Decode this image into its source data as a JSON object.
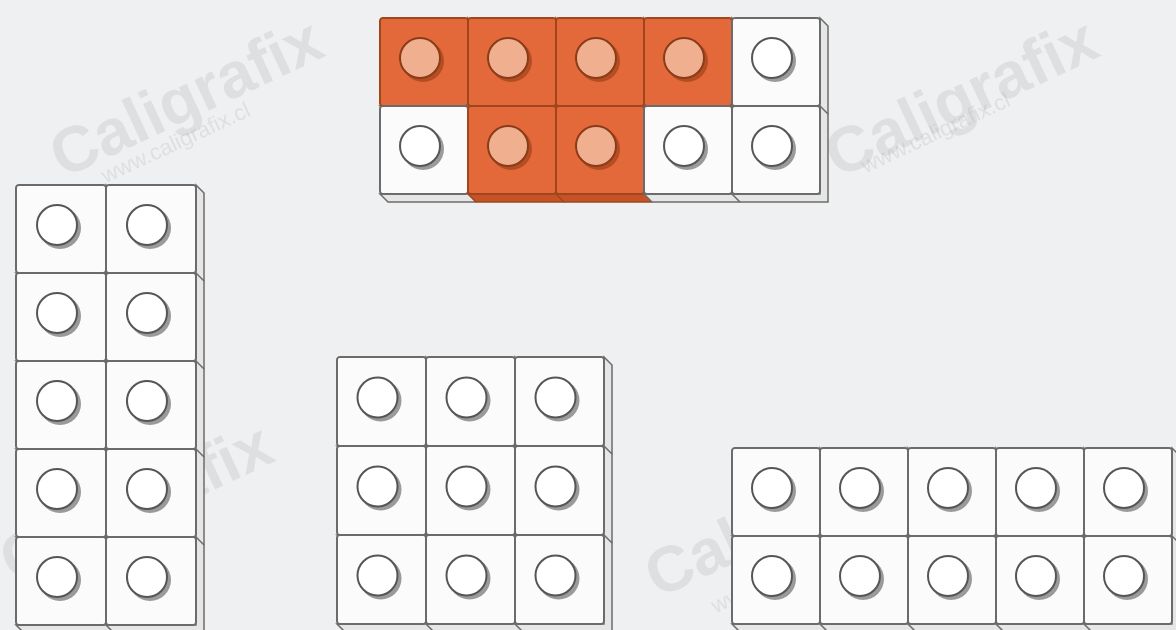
{
  "watermark": {
    "brand": "Caligrafix",
    "url": "www.caligrafix.cl"
  },
  "colors": {
    "background": "#eef0f1",
    "cube_face": "#fbfbfb",
    "cube_side": "#e6e6e6",
    "cube_edge": "#6b6b6b",
    "highlight_face": "#e4693a",
    "highlight_side": "#c65326",
    "highlight_peg": "#f0b090"
  },
  "groups": [
    {
      "id": "top-bar",
      "rows": 2,
      "cols": 5,
      "highlighted": [
        [
          1,
          1,
          1,
          1,
          0
        ],
        [
          0,
          1,
          1,
          0,
          0
        ]
      ]
    },
    {
      "id": "left-tower",
      "rows": 5,
      "cols": 2,
      "highlighted": []
    },
    {
      "id": "middle-block",
      "rows": 3,
      "cols": 3,
      "highlighted": []
    },
    {
      "id": "right-bar",
      "rows": 2,
      "cols": 5,
      "highlighted": []
    }
  ]
}
